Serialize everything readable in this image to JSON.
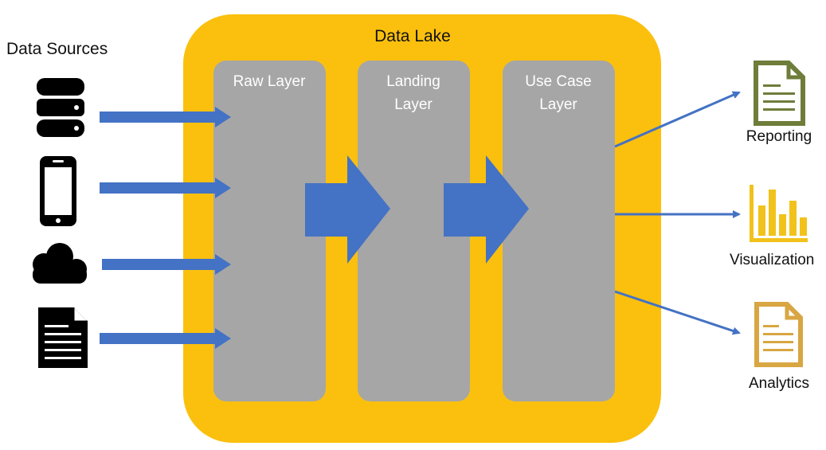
{
  "title": "Data Lake",
  "sources_label": "Data Sources",
  "sources": [
    {
      "icon": "database-icon"
    },
    {
      "icon": "mobile-phone-icon"
    },
    {
      "icon": "cloud-icon"
    },
    {
      "icon": "document-icon"
    }
  ],
  "layers": [
    {
      "line1": "Raw Layer",
      "line2": ""
    },
    {
      "line1": "Landing",
      "line2": "Layer"
    },
    {
      "line1": "Use Case",
      "line2": "Layer"
    }
  ],
  "outputs": [
    {
      "label": "Reporting",
      "icon": "report-document-icon",
      "color": "#6e7d3a"
    },
    {
      "label": "Visualization",
      "icon": "bar-chart-icon",
      "color": "#f1c21b"
    },
    {
      "label": "Analytics",
      "icon": "analytics-document-icon",
      "color": "#d8a642"
    }
  ],
  "colors": {
    "lake": "#fbc00e",
    "layer": "#a6a6a6",
    "arrow": "#4472c4",
    "text_light": "#ffffff"
  }
}
